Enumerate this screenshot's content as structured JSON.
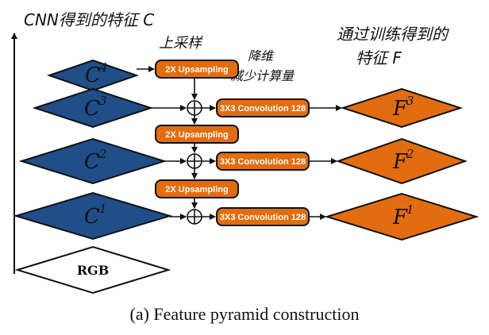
{
  "annotations": {
    "top_left": "CNN得到的特征 C",
    "upsample_note": "上采样",
    "reduce_note_line1": "降维",
    "reduce_note_line2": "减少计算量",
    "right_note_line1": "通过训练得到的",
    "right_note_line2": "特征 F"
  },
  "nodes": {
    "c4": {
      "base": "C",
      "sup": "4"
    },
    "c3": {
      "base": "C",
      "sup": "3"
    },
    "c2": {
      "base": "C",
      "sup": "2"
    },
    "c1": {
      "base": "C",
      "sup": "1"
    },
    "rgb": "RGB",
    "f3": {
      "base": "F",
      "sup": "3"
    },
    "f2": {
      "base": "F",
      "sup": "2"
    },
    "f1": {
      "base": "F",
      "sup": "1"
    }
  },
  "boxes": {
    "upsample_top": "2X Upsampling",
    "upsample_mid": "2X Upsampling",
    "upsample_bottom": "2X Upsampling",
    "conv_top": "3X3 Convolution 128",
    "conv_mid": "3X3 Convolution 128",
    "conv_bottom": "3X3 Convolution 128"
  },
  "caption": "(a)  Feature pyramid construction",
  "colors": {
    "blue": "#1f4e89",
    "orange": "#e26d10",
    "stroke": "#111111"
  }
}
